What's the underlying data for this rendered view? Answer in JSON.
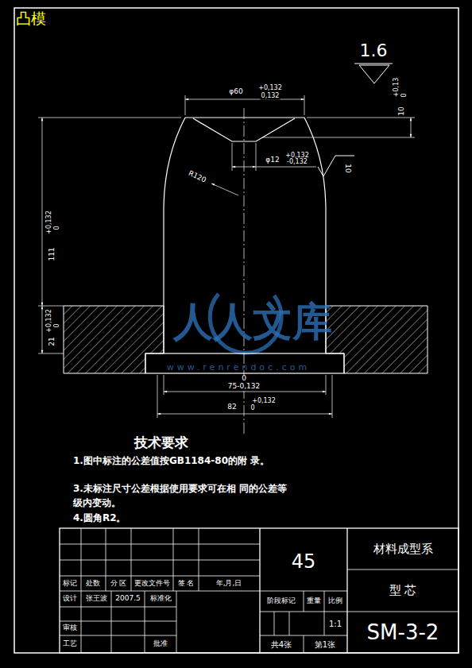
{
  "diagram": {
    "title": "凸模",
    "labels": [
      "1.6",
      "φ60",
      "+0,132",
      "0,132",
      "10",
      "+0,13",
      "0",
      "φ12",
      "+0,132",
      "-0,132",
      "R120",
      "10",
      "111",
      "+0,132",
      "0",
      "21",
      "+0,132",
      "0",
      "0",
      "75-0,132",
      "82",
      "+0,132",
      "0",
      "人人文库",
      "www.renrendoc.com",
      "技术要求",
      "1.图中标注的公差值按GB1184-80的附 录。",
      "3.未标注尺寸公差根据使用要求可在相 同的公差等级内变动。",
      "4.圆角R2。",
      "45",
      "材料成型系",
      "型 芯",
      "SM-3-2",
      "标记",
      "处数",
      "分 区",
      "更改文件号",
      "签 名",
      "年,月,日",
      "设计",
      "张王波",
      "2007.5",
      "标准化",
      "阶段标记",
      "重量",
      "比例",
      "1:1",
      "审核",
      "工艺",
      "批准",
      "共4张",
      "第1张"
    ]
  }
}
